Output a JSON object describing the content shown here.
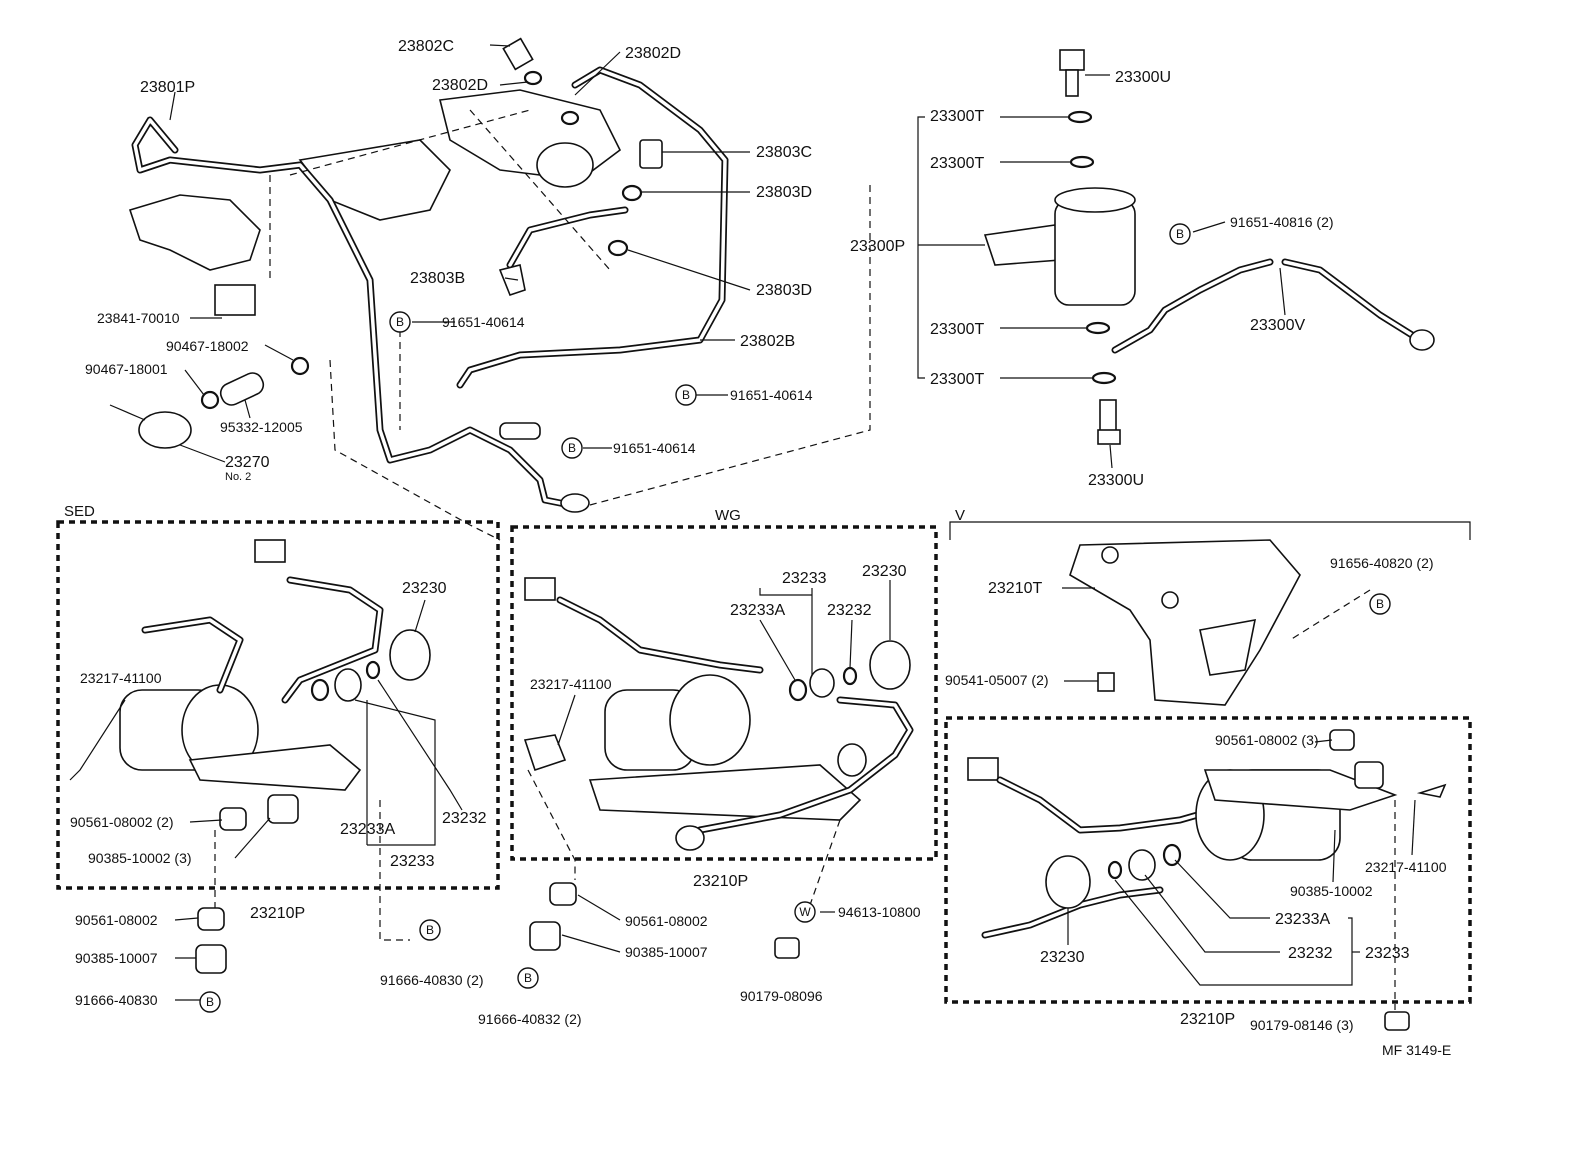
{
  "sections": {
    "sed": "SED",
    "wg": "WG",
    "v": "V"
  },
  "symbols": {
    "bolt": "B",
    "washer": "W"
  },
  "labels": {
    "p23802C": "23802C",
    "p23802D_a": "23802D",
    "p23802D_b": "23802D",
    "p23801P": "23801P",
    "p23803C": "23803C",
    "p23803D_a": "23803D",
    "p23803D_b": "23803D",
    "p23803B": "23803B",
    "p23841": "23841-70010",
    "p91651_40614_a": "91651-40614",
    "p90467_18002": "90467-18002",
    "p90467_18001": "90467-18001",
    "p23802B": "23802B",
    "p91651_40614_b": "91651-40614",
    "p95332": "95332-12005",
    "p23270": "23270",
    "p23270_no": "No. 2",
    "p91651_40614_c": "91651-40614",
    "p23300U_a": "23300U",
    "p23300T_a": "23300T",
    "p23300T_b": "23300T",
    "p91651_40816": "91651-40816 (2)",
    "p23300P": "23300P",
    "p23300T_c": "23300T",
    "p23300V": "23300V",
    "p23300T_d": "23300T",
    "p23300U_b": "23300U",
    "sed_23230": "23230",
    "sed_23217": "23217-41100",
    "sed_90561": "90561-08002 (2)",
    "sed_23233A": "23233A",
    "sed_23232": "23232",
    "sed_90385": "90385-10002 (3)",
    "sed_23233": "23233",
    "sed_23210P": "23210P",
    "sed_90561_b": "90561-08002",
    "sed_90385_b": "90385-10007",
    "sed_91666_a": "91666-40830 (2)",
    "sed_91666_b": "91666-40830",
    "wg_23233": "23233",
    "wg_23230": "23230",
    "wg_23233A": "23233A",
    "wg_23232": "23232",
    "wg_23217": "23217-41100",
    "wg_23210P": "23210P",
    "wg_90561": "90561-08002",
    "wg_94613": "94613-10800",
    "wg_90385": "90385-10007",
    "wg_91666": "91666-40832 (2)",
    "wg_90179": "90179-08096",
    "v_23210T": "23210T",
    "v_91656": "91656-40820 (2)",
    "v_90541": "90541-05007 (2)",
    "v_90561": "90561-08002 (3)",
    "v_23217": "23217-41100",
    "v_90385": "90385-10002",
    "v_23233A": "23233A",
    "v_23232": "23232",
    "v_23233": "23233",
    "v_23230": "23230",
    "v_23210P": "23210P",
    "v_90179": "90179-08146 (3)",
    "code": "MF  3149-E"
  }
}
